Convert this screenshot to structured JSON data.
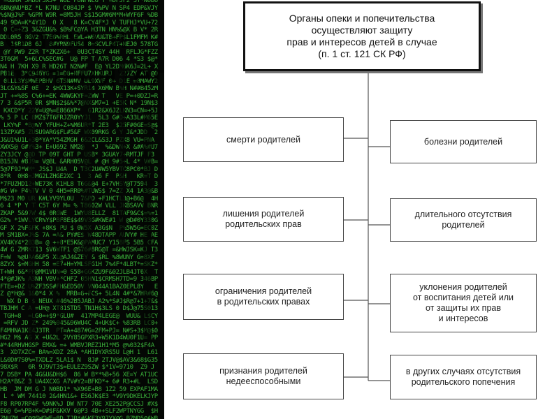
{
  "slide": {
    "background_title": "Опека и попечительство",
    "colors": {
      "matrix_bg": "#040704",
      "matrix_code": "#3fbf3f",
      "box_border": "#444444",
      "text": "#222222"
    }
  },
  "diagram": {
    "root": "Органы опеки и попечительства\nосуществляют защиту\nправ и интересов детей в случае\n(п. 1 ст. 121 СК РФ)",
    "left": [
      "смерти родителей",
      "лишения родителей\nродительских прав",
      "ограничения родителей\nв родительских правах",
      "признания родителей\nнедееспособными"
    ],
    "right": [
      "болезни родителей",
      "длительного отсутствия\nродителей",
      "уклонения родителей\nот воспитания детей или\nот защиты их прав\nи интересов",
      "в других случаях отсутствия\nродительского попечения"
    ]
  }
}
